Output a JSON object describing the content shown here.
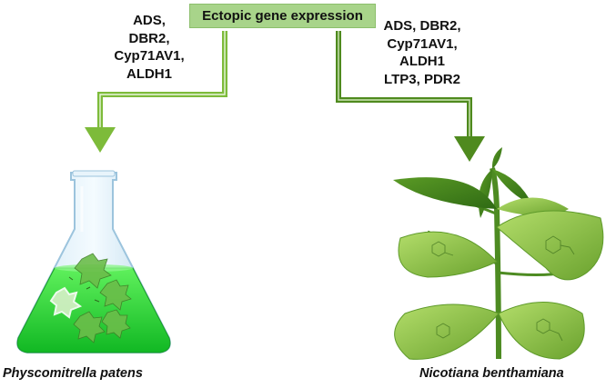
{
  "header": {
    "title": "Ectopic gene expression"
  },
  "branches": {
    "left": {
      "genes": [
        "ADS,",
        "DBR2,",
        "Cyp71AV1,",
        "ALDH1"
      ],
      "organism": "Physcomitrella patens"
    },
    "right": {
      "genes": [
        "ADS, DBR2,",
        "Cyp71AV1,",
        "ALDH1",
        "LTP3, PDR2"
      ],
      "organism": "Nicotiana benthamiana"
    }
  },
  "colors": {
    "arrow_left": "#7dbb3a",
    "arrow_right": "#4f8a1e",
    "title_box": "#a8d48a",
    "flask_liquid": "#22d033",
    "leaf": "#8cc63f"
  },
  "icons": [
    "flask-icon",
    "moss-gametophore-icon",
    "tobacco-plant-icon"
  ]
}
